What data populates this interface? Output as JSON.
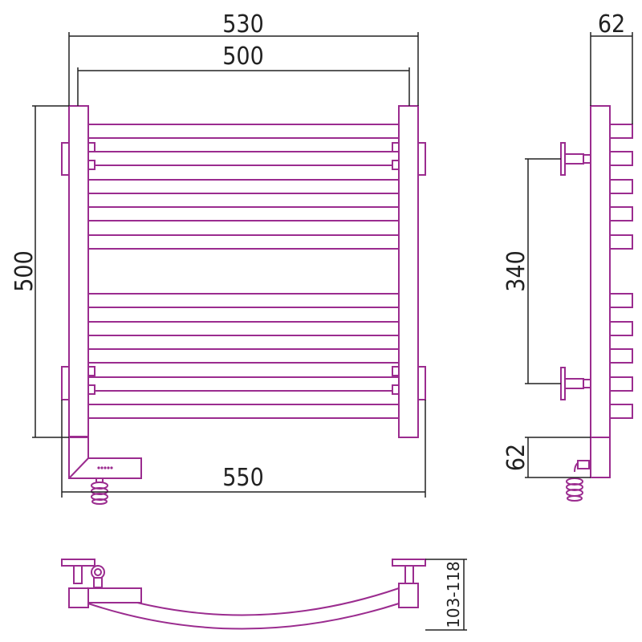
{
  "dimensions": {
    "overall_width": "530",
    "center_distance": "500",
    "height": "500",
    "wall_mount_width": "550",
    "depth": "62",
    "mount_spacing": "340",
    "heater_offset": "62",
    "wall_distance": "103-118"
  },
  "colors": {
    "product": "#9b2c8f",
    "dimension": "#222222"
  }
}
